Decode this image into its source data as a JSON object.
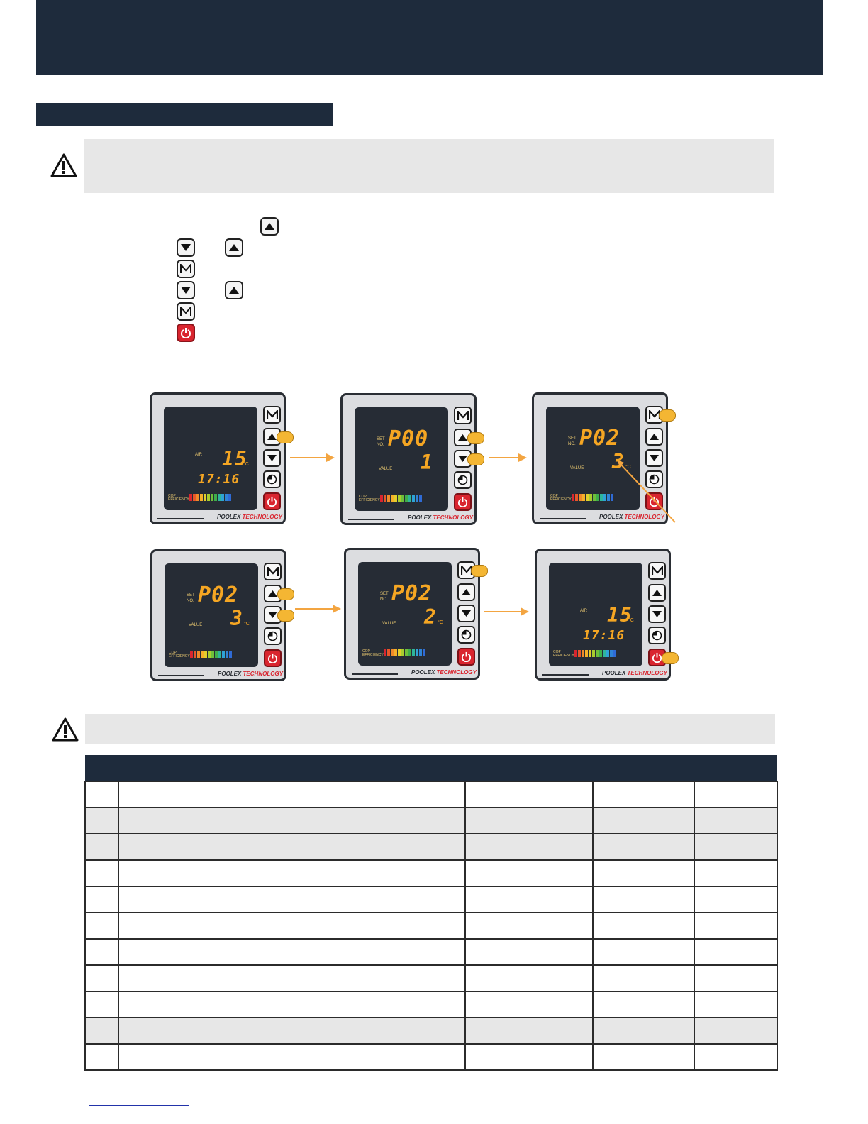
{
  "colors": {
    "header_band": "#1e2b3c",
    "note_background": "#e7e7e7",
    "accent_orange": "#f3a541",
    "segment_display": "#f5a623",
    "power_red": "#d9252f"
  },
  "icons": {
    "warning": "warning-triangle-icon",
    "up": "arrow-up-key-icon",
    "down": "arrow-down-key-icon",
    "mode": "m-key-icon",
    "power": "power-key-icon",
    "clock": "clock-key-icon",
    "finger": "finger-press-icon"
  },
  "panels": [
    {
      "mode": "home",
      "air_label": "AIR",
      "temp": "15",
      "unit": "°C",
      "time": "17:16"
    },
    {
      "mode": "set",
      "set_label": "SET",
      "no_label": "NO.",
      "param": "P00",
      "value_label": "VALUE",
      "value": "1",
      "unit": ""
    },
    {
      "mode": "set",
      "set_label": "SET",
      "no_label": "NO.",
      "param": "P02",
      "value_label": "VALUE",
      "value": "3",
      "unit": "°C"
    },
    {
      "mode": "set",
      "set_label": "SET",
      "no_label": "NO.",
      "param": "P02",
      "value_label": "VALUE",
      "value": "3",
      "unit": "°C"
    },
    {
      "mode": "set",
      "set_label": "SET",
      "no_label": "NO.",
      "param": "P02",
      "value_label": "VALUE",
      "value": "2",
      "unit": "°C"
    },
    {
      "mode": "home",
      "air_label": "AIR",
      "temp": "15",
      "unit": "°C",
      "time": "17:16"
    }
  ],
  "panel_common": {
    "cop_label": "COP",
    "efficiency_label": "EFFICIENCY",
    "bar_colors": [
      "#d9252f",
      "#e8562a",
      "#f08a2a",
      "#f5b02a",
      "#e3cf2c",
      "#a9cd2e",
      "#6fbf3a",
      "#3fae4a",
      "#2fb59a",
      "#2fa3d6",
      "#2f84d6",
      "#2f6bd6"
    ],
    "brand_name": "POOLEX",
    "brand_sub": "TECHNOLOGY"
  },
  "table": {
    "columns": 5,
    "rows": 11,
    "shaded_rows": [
      1,
      2,
      9
    ]
  }
}
